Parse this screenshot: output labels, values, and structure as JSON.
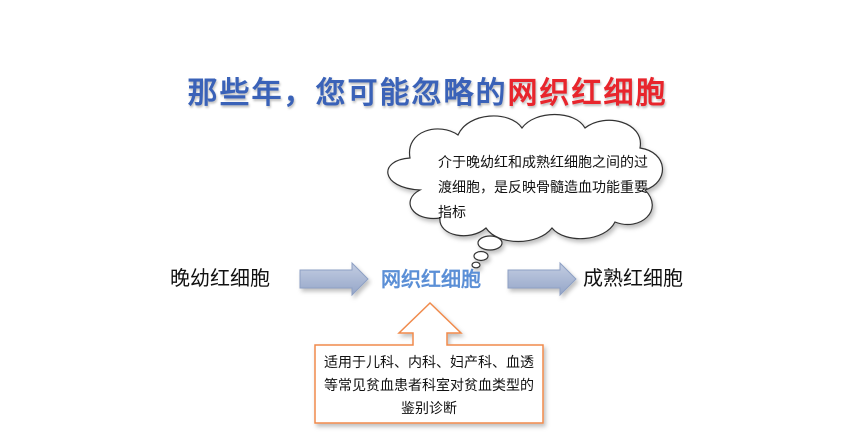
{
  "title": {
    "part1": "那些年，您可能忽略的",
    "part2": "网织红细胞"
  },
  "flow": {
    "left": "晚幼红细胞",
    "center": "网织红细胞",
    "right": "成熟红细胞"
  },
  "cloud_note": "介于晚幼红和成熟红细胞之间的过渡细胞，是反映骨髓造血功能重要指标",
  "callout_note": "适用于儿科、内科、妇产科、血透等常见贫血患者科室对贫血类型的鉴别诊断",
  "colors": {
    "title_blue": "#3a62b8",
    "title_red": "#e8252c",
    "arrow_fill": "#a9b8d4",
    "center_text": "#5b8fd6",
    "callout_border": "#f08a4b"
  }
}
